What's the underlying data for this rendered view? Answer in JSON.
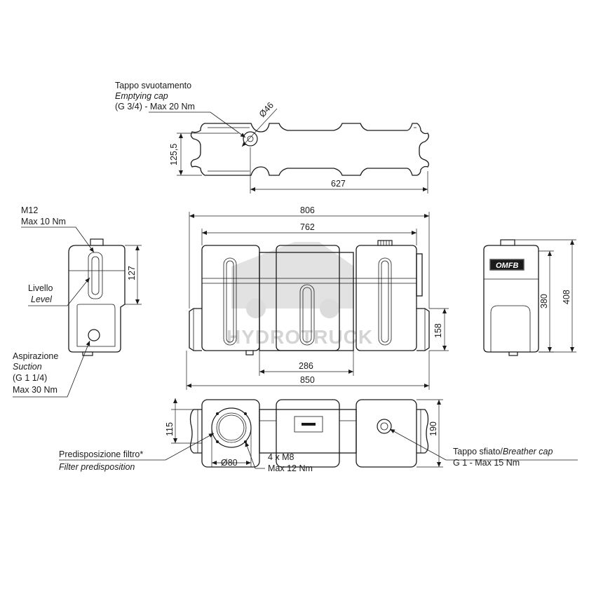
{
  "callouts": {
    "emptying_cap": [
      "Tappo svuotamento",
      "Emptying cap",
      "(G 3/4) - Max 20 Nm"
    ],
    "m12": [
      "M12",
      "Max 10 Nm"
    ],
    "level": [
      "Livello",
      "Level"
    ],
    "suction": [
      "Aspirazione",
      "Suction",
      "(G 1 1/4)",
      "Max 30 Nm"
    ],
    "filter": [
      "Predisposizione filtro*",
      "Filter predisposition"
    ],
    "m8": [
      "4 x M8",
      "Max 12 Nm"
    ],
    "breather_it": "Tappo sfiato/",
    "breather_en": "Breather cap",
    "breather_spec": "G 1 - Max 15 Nm"
  },
  "dimensions": {
    "d46": "Ø46",
    "d125_5": "125,5",
    "d627": "627",
    "d806": "806",
    "d762": "762",
    "d127": "127",
    "d158": "158",
    "d286": "286",
    "d850": "850",
    "d380": "380",
    "d408": "408",
    "d115": "115",
    "d190": "190",
    "d80": "Ø80"
  },
  "brand_badge": "OMFB",
  "watermark": "HYDROTRUCK"
}
